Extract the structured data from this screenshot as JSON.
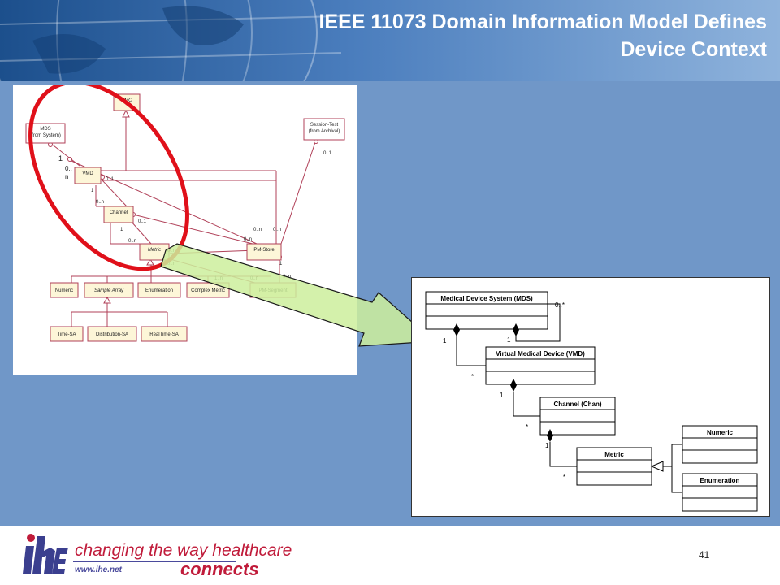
{
  "slide": {
    "title_line1": "IEEE 11073 Domain Information Model Defines",
    "title_line2": "Device Context",
    "page_number": "41"
  },
  "footer": {
    "tagline": "changing the way healthcare",
    "connects": "connects",
    "url": "www.ihe.net"
  },
  "overview_diagram": {
    "classes": {
      "vmo": "VMO",
      "mds": "MDS",
      "mds_sub": "(from System)",
      "session_test": "Session-Test",
      "session_test_sub": "(from Archival)",
      "vmd": "VMD",
      "channel": "Channel",
      "metric": "Metric",
      "pm_store": "PM-Store",
      "numeric": "Numeric",
      "sample_array": "Sample Array",
      "enumeration": "Enumeration",
      "complex_metric": "Complex Metric",
      "pm_segment": "PM-Segment",
      "time_sa": "Time-SA",
      "distribution_sa": "Distribution-SA",
      "realtime_sa": "RealTime-SA"
    },
    "multiplicities": {
      "m1": "1",
      "m0n_a": "0..",
      "m0n_b": "n",
      "m01_vmd": "0..1",
      "m1_vmd": "1",
      "m0n_chan": "0..n",
      "m01_chan": "0..1",
      "m1_chan": "1",
      "m0n_metric": "0..n",
      "m01_sess": "0..1",
      "m0n_store1": "0..n",
      "m0n_store2": "0..n",
      "m0n_store3": "0..n",
      "m1_store": "1",
      "m0n_seg": "0..n",
      "m1n": "1..n",
      "m0n_m1": "0..n",
      "m0n_m2": "0..n"
    }
  },
  "detail_diagram": {
    "mds": "Medical Device System (MDS)",
    "vmd": "Virtual Medical Device (VMD)",
    "channel": "Channel (Chan)",
    "metric": "Metric",
    "numeric": "Numeric",
    "enumeration": "Enumeration",
    "mult_mds_self": "0..*",
    "mult_mds_vmd": "1",
    "mult_mds_1": "1",
    "mult_vmd_star": "*",
    "mult_vmd_chan": "1",
    "mult_chan_star": "*",
    "mult_chan_metric": "1",
    "mult_metric_star": "*"
  }
}
